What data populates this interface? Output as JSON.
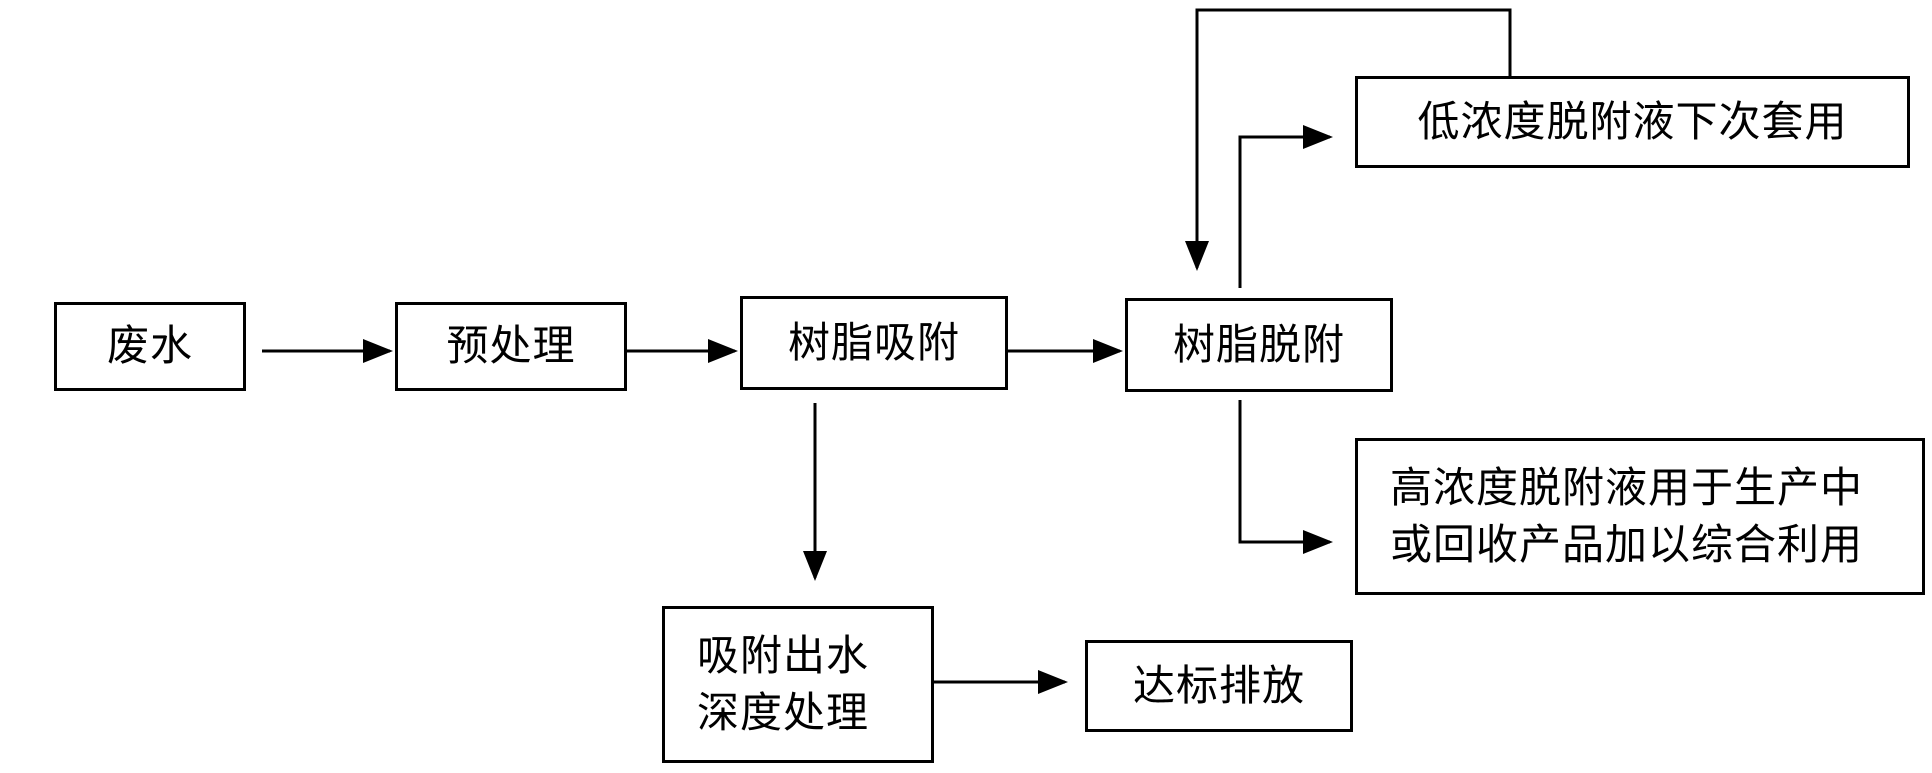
{
  "nodes": {
    "wastewater": "废水",
    "pretreatment": "预处理",
    "resin_adsorption": "树脂吸附",
    "resin_desorption": "树脂脱附",
    "low_conc_reuse": "低浓度脱附液下次套用",
    "high_conc_use": {
      "line1": "高浓度脱附液用于生产中",
      "line2": "或回收产品加以综合利用"
    },
    "effluent_deep_treatment": {
      "line1": "吸附出水",
      "line2": "深度处理"
    },
    "discharge": "达标排放"
  }
}
